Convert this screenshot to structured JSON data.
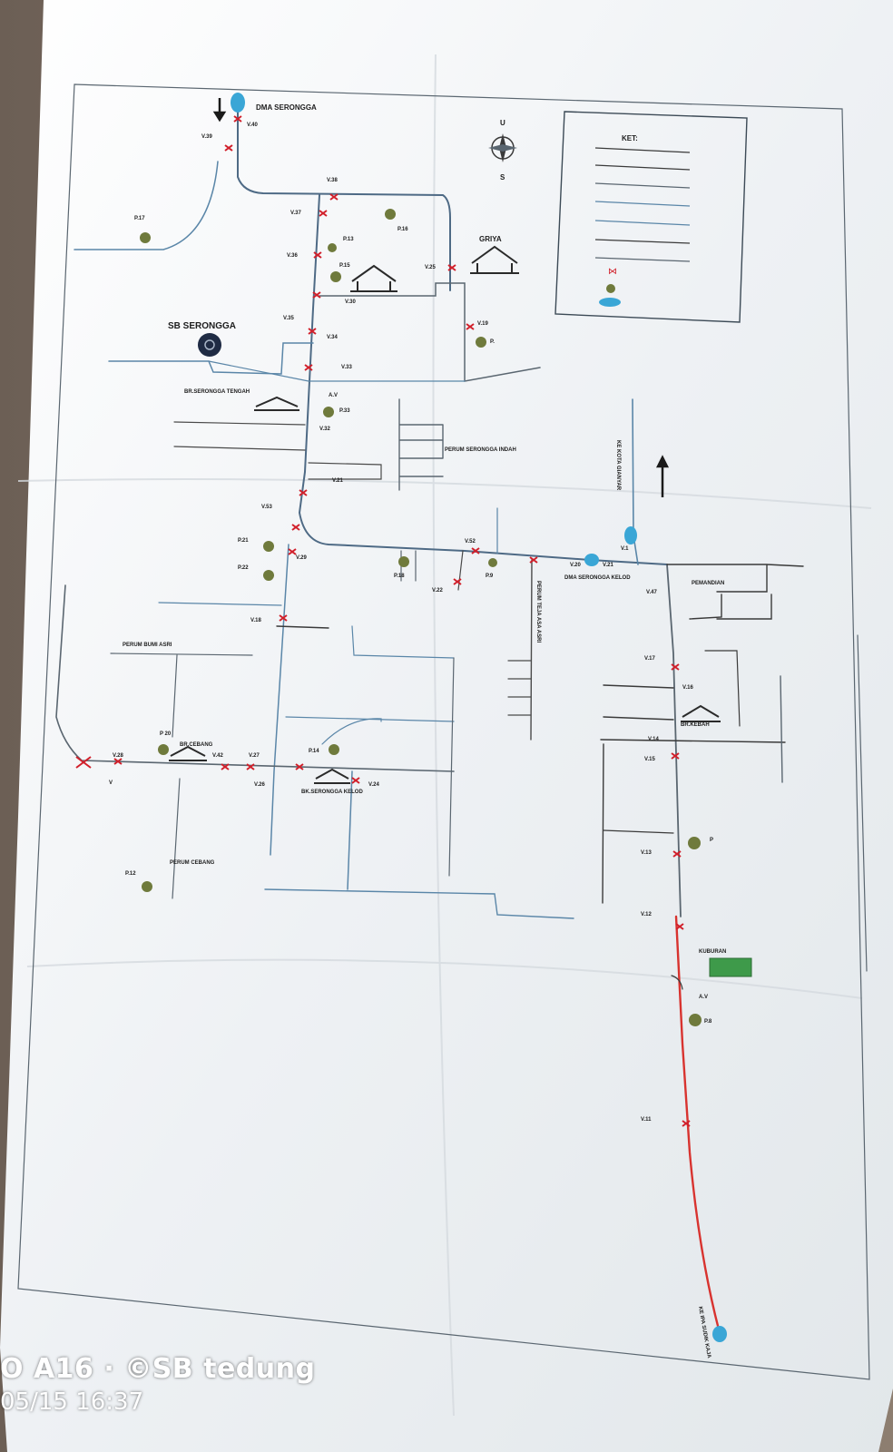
{
  "colors": {
    "pipe_blue": "#5a86a8",
    "pipe_dark": "#3c4a56",
    "pipe_red": "#d8332f",
    "valve_red": "#d11f2a",
    "meter_olive": "#6f7a3c",
    "reservoir_cyan": "#3aa6d6",
    "cemetery_green": "#3e9a4a",
    "paper": "#f4f6f8"
  },
  "map": {
    "dma_top": "DMA SERONGGA",
    "compass_n": "U",
    "compass_s": "S",
    "legend_title": "KET:",
    "sb_serongga": "SB SERONGGA",
    "br_serongga_tengah": "BR.SERONGGA TENGAH",
    "griya": "GRIYA",
    "perum_serongga_indah": "PERUM SERONGGA INDAH",
    "ke_kota_gianyar": "KE KOTA GIANYAR",
    "dma_serongga_kelod": "DMA SERONGGA KELOD",
    "perum_bumi_asri": "PERUM BUMI ASRI",
    "perum_teja_asa_asri": "PERUM TEJA ASA ASRI",
    "br_cebang": "BR.CEBANG",
    "br_serongga_kelod": "BK.SERONGGA KELOD",
    "perum_cebang": "PERUM CEBANG",
    "kuburan": "KUBURAN",
    "pemandian": "PEMANDIAN",
    "br_kebah": "BR.KEBAH",
    "ipa_bottom": "KE IPA SUDIK KAJA",
    "valves": [
      "V.40",
      "V.39",
      "V.38",
      "V.37",
      "V.36",
      "V.35",
      "V.34",
      "V.33",
      "V.32",
      "V.31",
      "V.30",
      "V.29",
      "V.28",
      "V.27",
      "V.26",
      "V.25",
      "V.24",
      "V.22",
      "V.21",
      "V.20",
      "V.19",
      "V.18",
      "V.17",
      "V.16",
      "V.15",
      "V.14",
      "V.13",
      "V.12",
      "V.11",
      "V.42",
      "V.47",
      "V.52",
      "V.53",
      "V.21",
      "V.1"
    ],
    "meters": [
      "P.17",
      "P.16",
      "P.13",
      "P.15",
      "P.33",
      "P.21",
      "P.22",
      "P.18",
      "P.9",
      "P 20",
      "P.12",
      "P.14",
      "P.8",
      "P.",
      "P"
    ],
    "misc": [
      "A.V",
      "V"
    ]
  },
  "watermark": {
    "line1": "O A16 · ©SB tedung",
    "line2": "05/15 16:37"
  }
}
